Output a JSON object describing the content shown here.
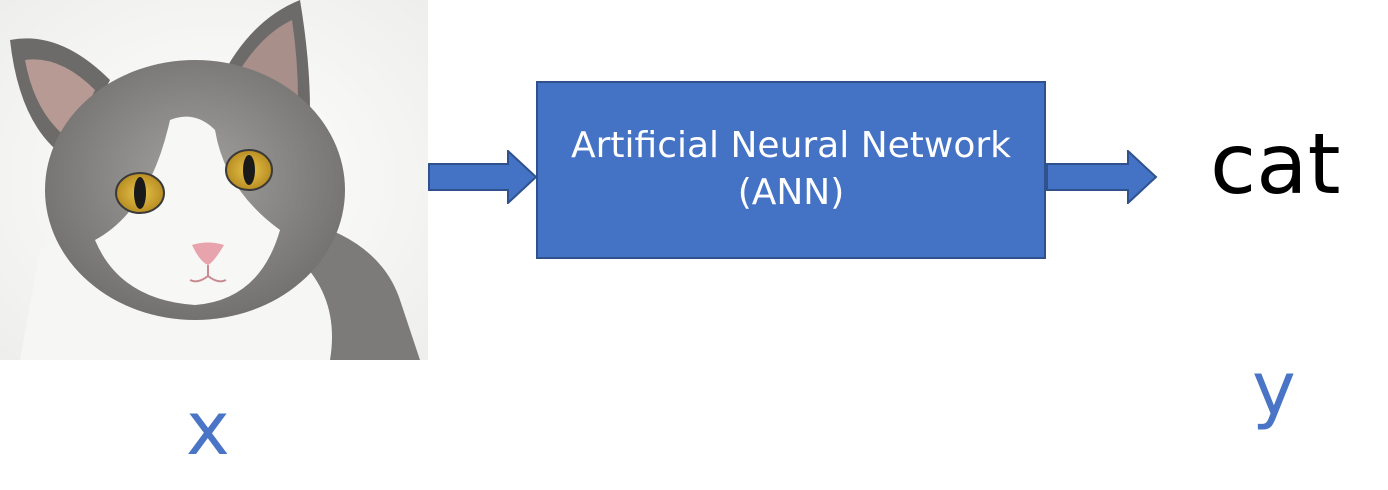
{
  "colors": {
    "accent": "#4472c4",
    "box_border": "#2f528f",
    "label_blue": "#4a74c5",
    "cat_gray": "#8c8a88",
    "cat_white": "#f4f4f2"
  },
  "input": {
    "image_icon": "cat-photo-icon",
    "variable": "x"
  },
  "model": {
    "line1": "Artificial Neural Network",
    "line2": "(ANN)"
  },
  "output": {
    "label": "cat",
    "variable": "y"
  }
}
